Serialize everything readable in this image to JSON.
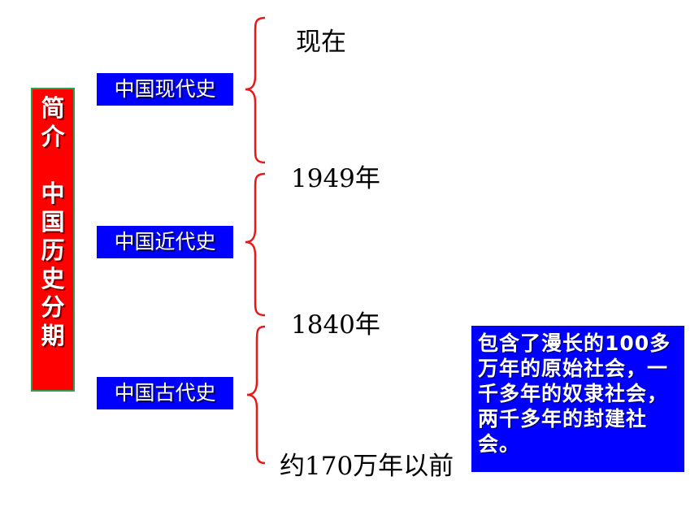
{
  "title": {
    "line1": [
      "简",
      "介"
    ],
    "line2": [
      "中",
      "国",
      "历",
      "史",
      "分",
      "期"
    ]
  },
  "periods": {
    "modern": "中国现代史",
    "contemporary": "中国近代史",
    "ancient": "中国古代史"
  },
  "timeline": {
    "now": "现在",
    "y1949": "1949年",
    "y1840": "1840年",
    "origin": "约170万年以前"
  },
  "note": "包含了漫长的100多万年的原始社会，一千多年的奴隶社会，两千多年的封建社会。",
  "colors": {
    "title_bg": "#ff0000",
    "title_border": "#2e9e4f",
    "period_bg": "#0000ff",
    "brace": "#e81818",
    "note_bg": "#0000ff"
  }
}
